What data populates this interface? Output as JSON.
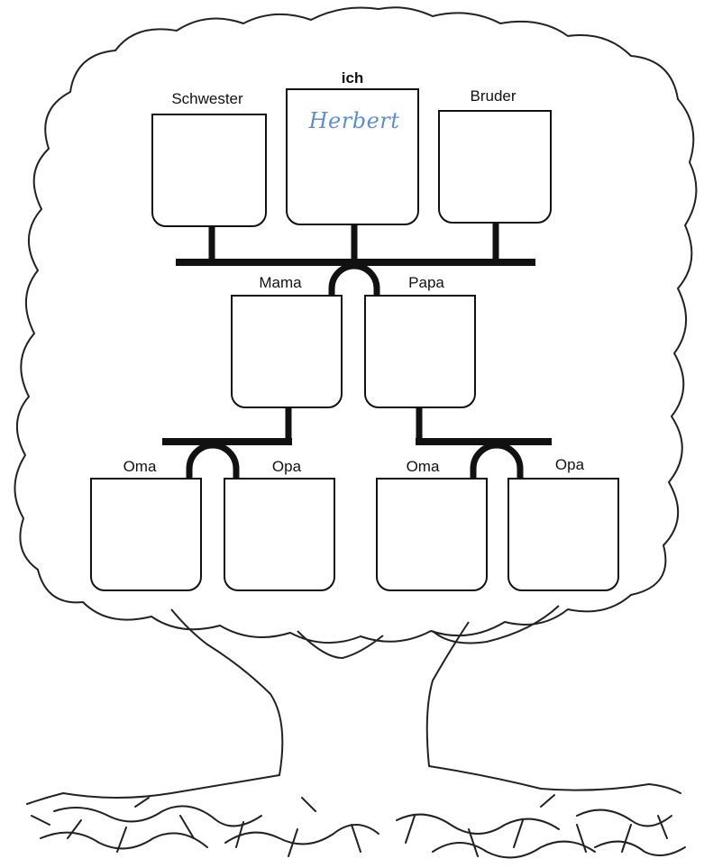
{
  "labels": {
    "me": "ich",
    "sister": "Schwester",
    "brother": "Bruder",
    "mother": "Mama",
    "father": "Papa",
    "maternal_grandmother": "Oma",
    "maternal_grandfather": "Opa",
    "paternal_grandmother": "Oma",
    "paternal_grandfather": "Opa"
  },
  "entries": {
    "me": "Herbert",
    "sister": "",
    "brother": "",
    "mother": "",
    "father": "",
    "maternal_grandmother": "",
    "maternal_grandfather": "",
    "paternal_grandmother": "",
    "paternal_grandfather": ""
  },
  "colors": {
    "ink": "#111111",
    "handwriting": "#5b8fd0",
    "background": "#ffffff"
  }
}
